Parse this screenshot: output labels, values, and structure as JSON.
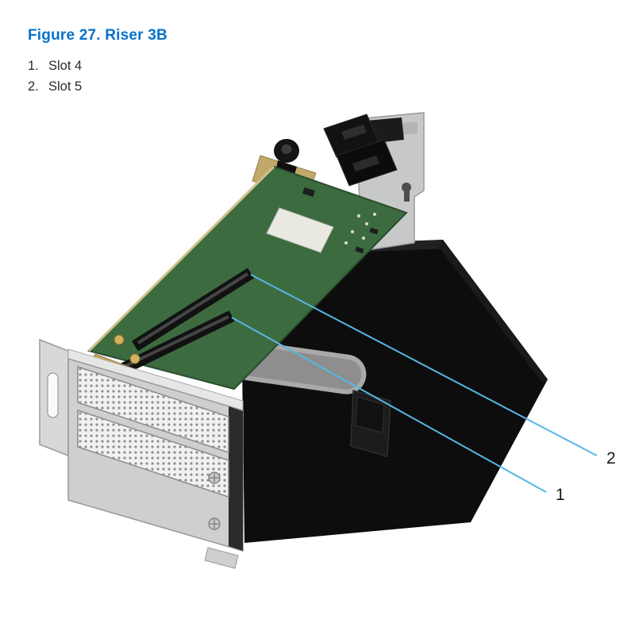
{
  "page": {
    "title": "Figure 27. Riser 3B",
    "list": [
      {
        "number": "1.",
        "label": "Slot 4"
      },
      {
        "number": "2.",
        "label": "Slot 5"
      }
    ],
    "callouts": {
      "upper_slot_label": "2",
      "lower_slot_label": "1"
    },
    "colors": {
      "title_blue": "#0672CB",
      "callout_line": "#56B7E6"
    }
  }
}
